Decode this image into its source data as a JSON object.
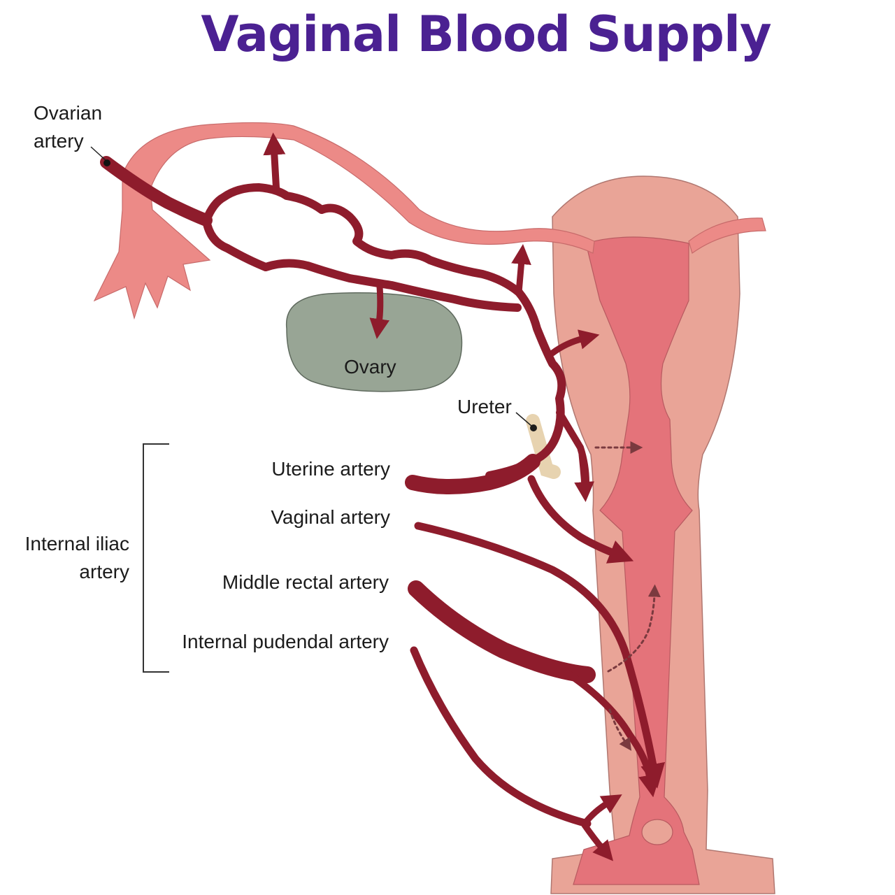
{
  "title": "Vaginal Blood Supply",
  "labels": {
    "ovarian_artery_line1": "Ovarian",
    "ovarian_artery_line2": "artery",
    "ovary": "Ovary",
    "ureter": "Ureter",
    "uterine_artery": "Uterine artery",
    "vaginal_artery": "Vaginal artery",
    "middle_rectal_artery": "Middle rectal artery",
    "internal_pudendal_artery": "Internal pudendal artery",
    "internal_iliac_line1": "Internal iliac",
    "internal_iliac_line2": "artery"
  },
  "colors": {
    "title": "#4b2192",
    "artery": "#8e1c2c",
    "uterus_outer": "#e9a497",
    "uterus_inner": "#e4737a",
    "tube": "#ec8a87",
    "ovary": "#98a595",
    "ureter": "#e7d3b0",
    "dotted_arrow": "#7a3a3f"
  }
}
